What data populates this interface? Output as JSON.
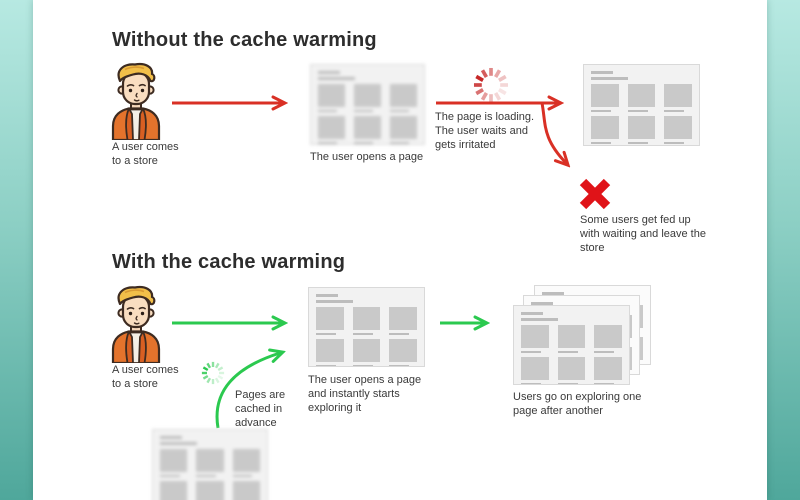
{
  "colors": {
    "accent_red": "#d93025",
    "fail_red": "#e01318",
    "accent_green": "#2bc94f",
    "teal_top": "#b7e9e2",
    "teal_bottom": "#4fa79b",
    "heading_text": "#2d2d2d",
    "caption_text": "#3a3a3a",
    "wireframe_bg": "#f2f2f2",
    "wireframe_box": "#c9c9c9"
  },
  "icons": {
    "user_avatar": "person-in-orange-hoodie",
    "loading_spinner_red": "radial-loading-spinner",
    "cache_spinner_green": "radial-loading-spinner-small",
    "fail_x": "✕"
  },
  "sections": {
    "without": {
      "title": "Without the cache warming",
      "user_caption": "A user comes\nto a store",
      "open_page_caption": "The user opens a page",
      "loading_caption": "The page is loading.\nThe user waits and\ngets irritated",
      "leave_caption": "Some users get fed up\nwith waiting and leave the\nstore"
    },
    "with": {
      "title": "With the cache warming",
      "user_caption": "A user comes\nto a store",
      "cached_caption": "Pages are\ncached in\nadvance",
      "open_page_caption": "The user opens a page\nand instantly starts\nexploring it",
      "explore_caption": "Users go on exploring one\npage after another"
    }
  }
}
